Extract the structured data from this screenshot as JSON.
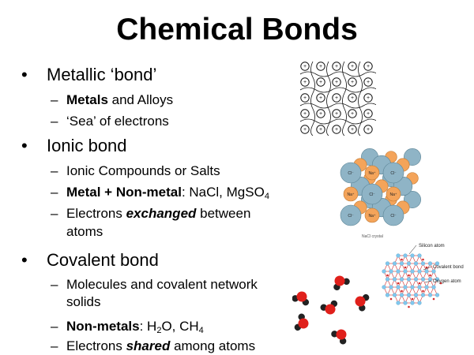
{
  "title": "Chemical Bonds",
  "sections": [
    {
      "heading": "Metallic ‘bond’",
      "items": [
        {
          "bold": "Metals",
          "rest": " and Alloys"
        },
        {
          "text": "‘Sea’ of electrons"
        }
      ]
    },
    {
      "heading": "Ionic bond",
      "items": [
        {
          "text": "Ionic Compounds or Salts"
        },
        {
          "bold": "Metal + Non-metal",
          "rest": ":  NaCl, MgSO",
          "sub": "4"
        },
        {
          "pre": "Electrons ",
          "em": "exchanged",
          "post": " between",
          "cont": "atoms"
        }
      ]
    },
    {
      "heading": "Covalent bond",
      "items": [
        {
          "text": "Molecules and covalent network",
          "cont": "solids"
        },
        {
          "bold": "Non-metals",
          "mid": ":  H",
          "sub1": "2",
          "mid2": "O, CH",
          "sub2": "4"
        },
        {
          "pre": "Electrons ",
          "em": "shared",
          "post": " among atoms"
        }
      ]
    }
  ],
  "bullet_char": "•",
  "dash_char": "–",
  "nacl": {
    "caption": "NaCl crystal",
    "na_label": "Na⁺",
    "cl_label": "Cl⁻",
    "na_color": "#f4a45a",
    "cl_color": "#8fb4c6"
  },
  "metal_lattice": {
    "ion_symbol": "+",
    "electron_symbol": "-"
  },
  "covalent_labels": {
    "silicon": "Silicon atom",
    "bond": "Covalent bond",
    "oxygen": "Oxygen atom"
  },
  "colors": {
    "oxygen_red": "#e0201b",
    "hydrogen_dark": "#222222",
    "silicon_blue": "#7fc8ee",
    "network_bond": "#d22b2b"
  }
}
